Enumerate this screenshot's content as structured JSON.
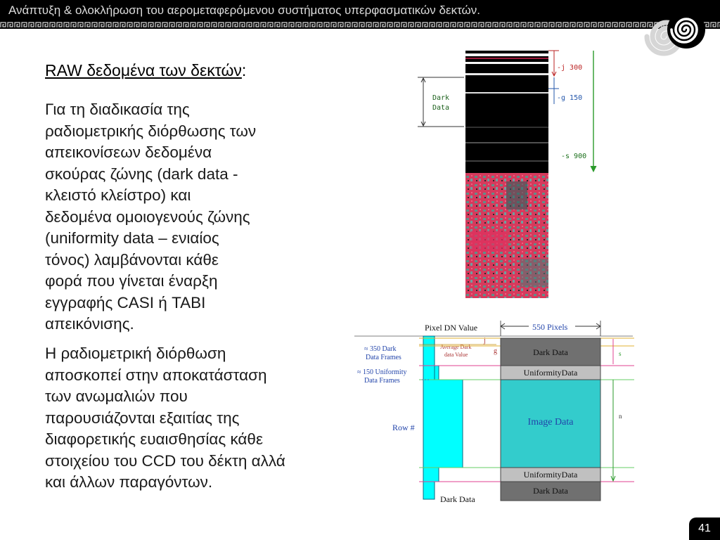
{
  "header": {
    "title": "Ανάπτυξη & ολοκλήρωση του αερομεταφερόμενου συστήματος υπερφασματικών δεκτών."
  },
  "slide": {
    "heading": "RAW δεδομένα των δεκτών",
    "heading_suffix": ":",
    "paragraph_1": "Για τη διαδικασία της\nραδιομετρικής διόρθωσης των\nαπεικονίσεων δεδομένα\nσκούρας ζώνης (dark data -\nκλειστό κλείστρο) και\nδεδομένα ομοιογενούς ζώνης\n(uniformity data – ενιαίος\nτόνος) λαμβάνονται κάθε\nφορά που γίνεται έναρξη\nεγγραφής CASI ή TABI\nαπεικόνισης.",
    "paragraph_2": "Η ραδιομετρική διόρθωση\nαποσκοπεί στην αποκατάσταση\nτων ανωμαλιών που\nπαρουσιάζονται εξαιτίας της\nδιαφορετικής ευαισθησίας κάθε\nστοιχείου του CCD του δέκτη αλλά\nκαι άλλων παραγόντων.",
    "page_number": "41"
  },
  "figure_top": {
    "dark_label_line1": "Dark",
    "dark_label_line2": "Data",
    "j_label": "-j  300",
    "g_label": "-g  150",
    "s_label": "-s  900"
  },
  "figure_bottom": {
    "pixel_dn_label": "Pixel DN Value",
    "pixels_label": "550 Pixels",
    "dark_frames_line1": "≈ 350 Dark",
    "dark_frames_line2": "Data Frames",
    "uniformity_frames_line1": "≈ 150 Uniformity",
    "uniformity_frames_line2": "Data Frames",
    "avg_dark_line1": "Average Dark",
    "avg_dark_line2": "data Value",
    "row_label": "Row #",
    "j_letter": "j",
    "g_letter": "g",
    "s_letter": "s",
    "n_letter": "n",
    "block_dark_top": "Dark Data",
    "block_uniformity_top": "UniformityData",
    "block_image": "Image Data",
    "block_uniformity_bottom": "UniformityData",
    "block_dark_bottom": "Dark Data",
    "dark_data_bottom_caption": "Dark Data"
  },
  "colors": {
    "topbar": "#000000",
    "cyan_profile": "#00ffff",
    "image_data_block": "#33cccc",
    "dark_block": "#707070",
    "uniformity_block": "#c0c0c0"
  }
}
